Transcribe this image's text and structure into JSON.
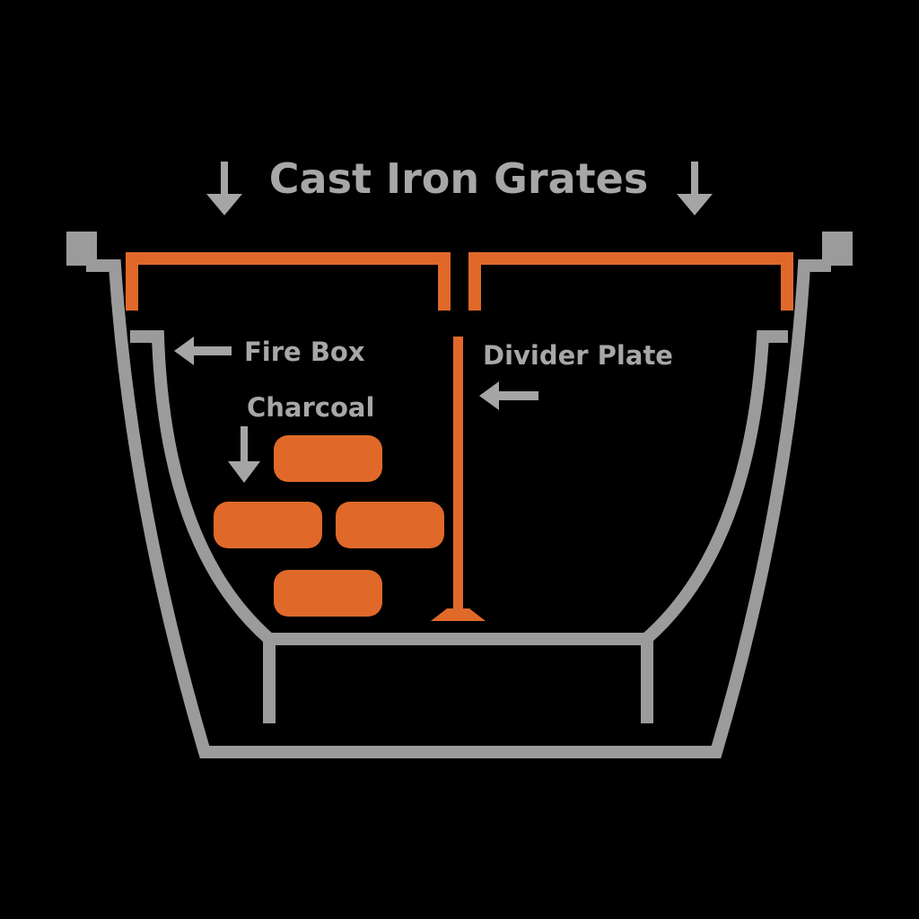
{
  "diagram": {
    "labels": {
      "grates": "Cast Iron Grates",
      "fire_box": "Fire Box",
      "charcoal": "Charcoal",
      "divider_plate": "Divider Plate"
    },
    "colors": {
      "background": "#000000",
      "structure": "#9b9b9b",
      "highlight": "#e0692a",
      "label_text": "#a7a7a7",
      "arrow": "#a5a5a5"
    }
  }
}
